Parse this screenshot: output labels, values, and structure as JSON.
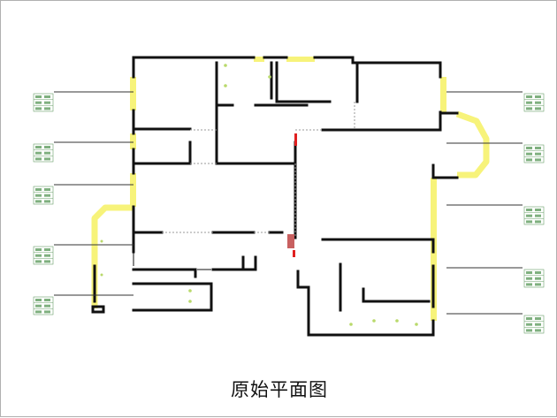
{
  "caption": "原始平面图",
  "colors": {
    "wall": "#111111",
    "window": "#f7f37a",
    "label_tag": "#6aa06a",
    "fixture": "#b9d96b",
    "pipe_marker": "#e02020"
  },
  "label_tag_count_left": 5,
  "label_tag_count_right": 5
}
